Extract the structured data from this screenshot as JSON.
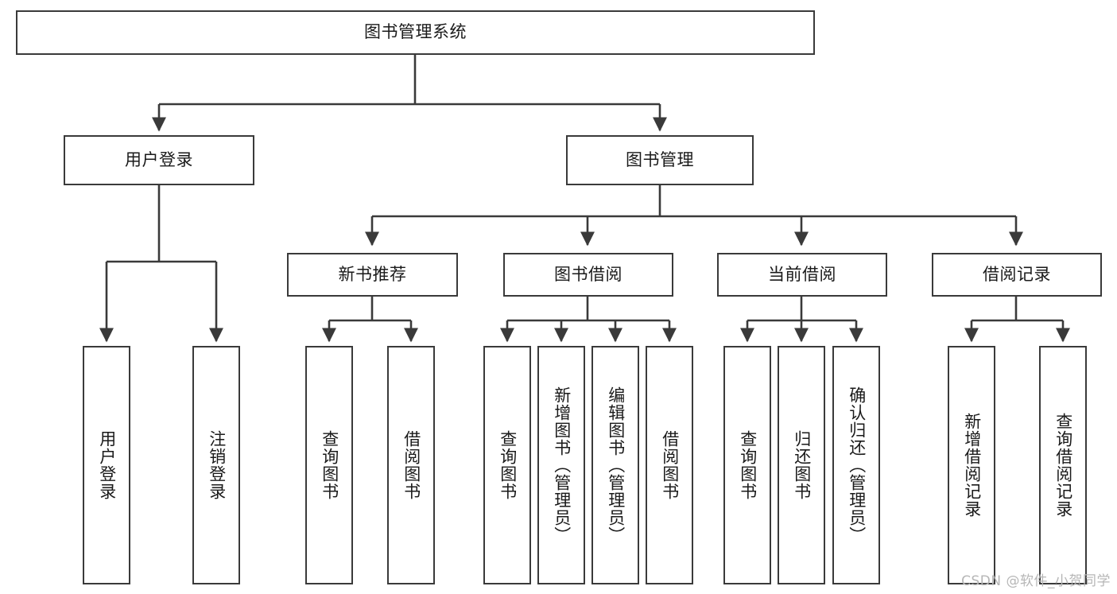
{
  "diagram": {
    "title": "图书管理系统",
    "type": "tree-structure-chart",
    "colors": {
      "box_border": "#3a3a3a",
      "box_fill": "#ffffff",
      "edge": "#3a3a3a",
      "text": "#1a1a1a",
      "watermark": "#b6b6b6",
      "background": "#ffffff"
    },
    "root": {
      "id": "root",
      "label": "图书管理系统",
      "orientation": "horizontal"
    },
    "level2": [
      {
        "id": "user-login",
        "label": "用户登录",
        "orientation": "horizontal"
      },
      {
        "id": "book-manage",
        "label": "图书管理",
        "orientation": "horizontal"
      }
    ],
    "level3": [
      {
        "id": "new-book-recommend",
        "label": "新书推荐",
        "orientation": "horizontal",
        "parent": "book-manage"
      },
      {
        "id": "book-borrow",
        "label": "图书借阅",
        "orientation": "horizontal",
        "parent": "book-manage"
      },
      {
        "id": "current-borrow",
        "label": "当前借阅",
        "orientation": "horizontal",
        "parent": "book-manage"
      },
      {
        "id": "borrow-record",
        "label": "借阅记录",
        "orientation": "horizontal",
        "parent": "book-manage"
      }
    ],
    "leaves": [
      {
        "id": "leaf-user-login",
        "label": "用户登录",
        "orientation": "vertical",
        "parent": "user-login"
      },
      {
        "id": "leaf-user-logout",
        "label": "注销登录",
        "orientation": "vertical",
        "parent": "user-login"
      },
      {
        "id": "leaf-query-book-1",
        "label": "查询图书",
        "orientation": "vertical",
        "parent": "new-book-recommend"
      },
      {
        "id": "leaf-borrow-book-1",
        "label": "借阅图书",
        "orientation": "vertical",
        "parent": "new-book-recommend"
      },
      {
        "id": "leaf-query-book-2",
        "label": "查询图书",
        "orientation": "vertical",
        "parent": "book-borrow"
      },
      {
        "id": "leaf-add-book",
        "label": "新增图书（管理员）",
        "orientation": "vertical",
        "parent": "book-borrow"
      },
      {
        "id": "leaf-edit-book",
        "label": "编辑图书（管理员）",
        "orientation": "vertical",
        "parent": "book-borrow"
      },
      {
        "id": "leaf-borrow-book-2",
        "label": "借阅图书",
        "orientation": "vertical",
        "parent": "book-borrow"
      },
      {
        "id": "leaf-query-book-3",
        "label": "查询图书",
        "orientation": "vertical",
        "parent": "current-borrow"
      },
      {
        "id": "leaf-return-book",
        "label": "归还图书",
        "orientation": "vertical",
        "parent": "current-borrow"
      },
      {
        "id": "leaf-confirm-return",
        "label": "确认归还（管理员）",
        "orientation": "vertical",
        "parent": "current-borrow"
      },
      {
        "id": "leaf-add-record",
        "label": "新增借阅记录",
        "orientation": "vertical",
        "parent": "borrow-record"
      },
      {
        "id": "leaf-query-record",
        "label": "查询借阅记录",
        "orientation": "vertical",
        "parent": "borrow-record"
      }
    ]
  },
  "watermark": {
    "text": "CSDN @软件_小贺同学"
  }
}
